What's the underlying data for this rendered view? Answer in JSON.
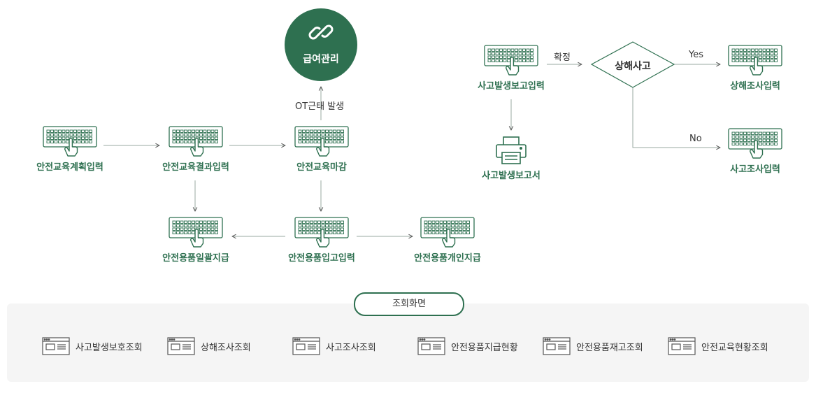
{
  "colors": {
    "green": "#2e7050",
    "line": "#9aa8a0",
    "text": "#333333",
    "panel": "#f5f5f5"
  },
  "hub": {
    "label": "급여관리",
    "icon": "link-icon"
  },
  "nodes": {
    "plan": "안전교육계획입력",
    "result": "안전교육결과입력",
    "close": "안전교육마감",
    "bulk": "안전용품일괄지급",
    "stock": "안전용품입고입력",
    "personal": "안전용품개인지급",
    "report_input": "사고발생보고입력",
    "report_doc": "사고발생보고서",
    "injury_input": "상해조사입력",
    "accident_input": "사고조사입력"
  },
  "edges": {
    "ot": "OT근태 발생",
    "confirm": "확정",
    "yes": "Yes",
    "no": "No"
  },
  "decision": "상해사고",
  "query": {
    "title": "조회화면",
    "items": [
      "사고발생보호조회",
      "상해조사조회",
      "사고조사조회",
      "안전용품지급현황",
      "안전용품재고조회",
      "안전교육현황조회"
    ]
  }
}
